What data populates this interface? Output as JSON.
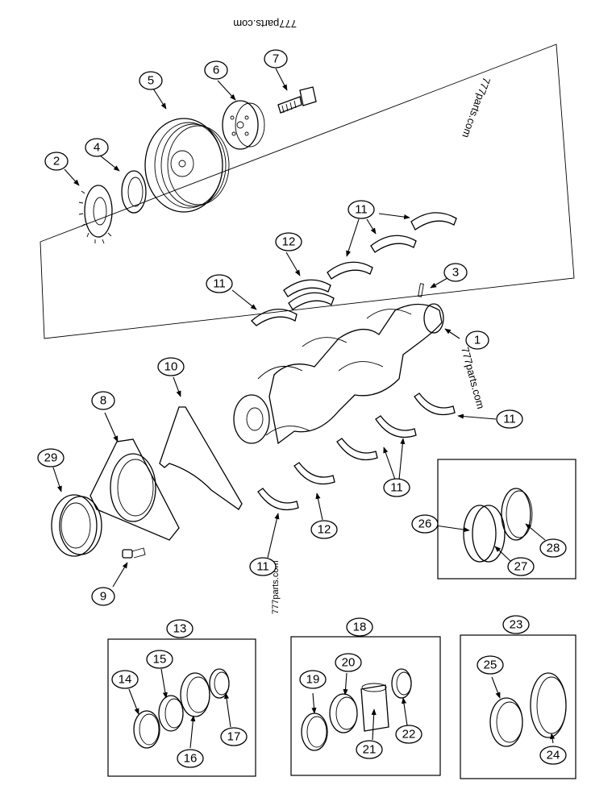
{
  "watermarks": [
    "777parts.com",
    "777parts.com",
    "777parts.com",
    "777parts.com"
  ],
  "callouts": [
    {
      "id": "c1",
      "label": "1",
      "part": "crankshaft"
    },
    {
      "id": "c2",
      "label": "2",
      "part": "crankshaft-gear"
    },
    {
      "id": "c3",
      "label": "3",
      "part": "dowel-pin"
    },
    {
      "id": "c4",
      "label": "4",
      "part": "spacer-ring"
    },
    {
      "id": "c5",
      "label": "5",
      "part": "crankshaft-pulley"
    },
    {
      "id": "c6",
      "label": "6",
      "part": "vibration-damper-hub"
    },
    {
      "id": "c7",
      "label": "7",
      "part": "pulley-bolt"
    },
    {
      "id": "c8",
      "label": "8",
      "part": "rear-seal-housing"
    },
    {
      "id": "c9",
      "label": "9",
      "part": "housing-bolt"
    },
    {
      "id": "c10",
      "label": "10",
      "part": "housing-gasket"
    },
    {
      "id": "c11a",
      "label": "11",
      "part": "main-bearing-upper-front"
    },
    {
      "id": "c11b",
      "label": "11",
      "part": "main-bearing-upper-group"
    },
    {
      "id": "c11c",
      "label": "11",
      "part": "main-bearing-lower-rear"
    },
    {
      "id": "c11d",
      "label": "11",
      "part": "main-bearing-lower-group"
    },
    {
      "id": "c11e",
      "label": "11",
      "part": "main-bearing-lower-front"
    },
    {
      "id": "c12a",
      "label": "12",
      "part": "thrust-bearing-upper"
    },
    {
      "id": "c12b",
      "label": "12",
      "part": "thrust-bearing-lower"
    },
    {
      "id": "c13",
      "label": "13",
      "part": "seal-kit-13"
    },
    {
      "id": "c14",
      "label": "14",
      "part": "ring-14"
    },
    {
      "id": "c15",
      "label": "15",
      "part": "ring-15"
    },
    {
      "id": "c16",
      "label": "16",
      "part": "ring-16"
    },
    {
      "id": "c17",
      "label": "17",
      "part": "ring-17"
    },
    {
      "id": "c18",
      "label": "18",
      "part": "seal-kit-18"
    },
    {
      "id": "c19",
      "label": "19",
      "part": "ring-19"
    },
    {
      "id": "c20",
      "label": "20",
      "part": "ring-20"
    },
    {
      "id": "c21",
      "label": "21",
      "part": "sleeve-21"
    },
    {
      "id": "c22",
      "label": "22",
      "part": "ring-22"
    },
    {
      "id": "c23",
      "label": "23",
      "part": "seal-kit-23"
    },
    {
      "id": "c24",
      "label": "24",
      "part": "ring-24"
    },
    {
      "id": "c25",
      "label": "25",
      "part": "ring-25"
    },
    {
      "id": "c26",
      "label": "26",
      "part": "seal-kit-26"
    },
    {
      "id": "c27",
      "label": "27",
      "part": "sleeve-27"
    },
    {
      "id": "c28",
      "label": "28",
      "part": "ring-28"
    },
    {
      "id": "c29",
      "label": "29",
      "part": "rear-oil-seal"
    }
  ]
}
